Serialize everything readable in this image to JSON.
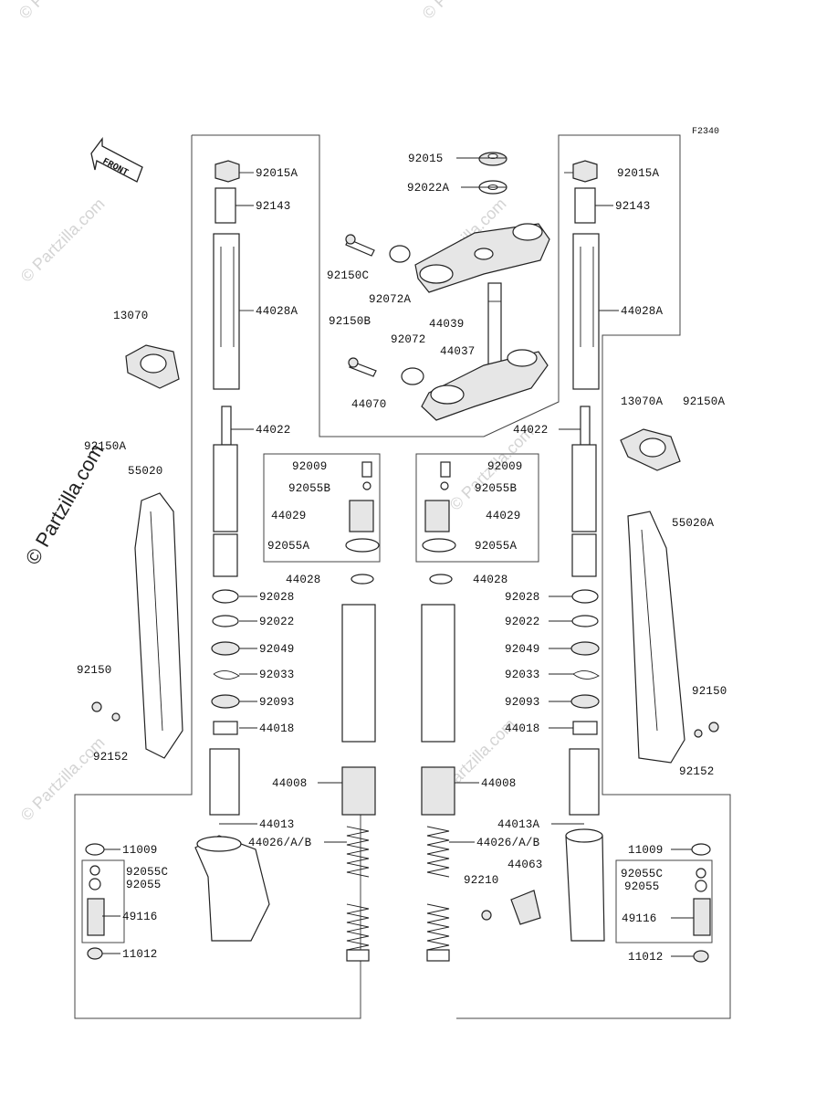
{
  "diagram": {
    "code": "F2340",
    "front_label": "FRONT",
    "watermark": "© Partzilla.com",
    "watermark_main": "© Partzilla.com"
  },
  "parts": {
    "p_92015": "92015",
    "p_92022A": "92022A",
    "p_92150C": "92150C",
    "p_92072A": "92072A",
    "p_44039": "44039",
    "p_92150B": "92150B",
    "p_92072": "92072",
    "p_44037": "44037",
    "p_44070": "44070",
    "L_92015A": "92015A",
    "L_92143": "92143",
    "L_44028A": "44028A",
    "L_44022": "44022",
    "L_13070": "13070",
    "L_92150A": "92150A",
    "L_55020": "55020",
    "L_92009": "92009",
    "L_92055B": "92055B",
    "L_44029": "44029",
    "L_92055A": "92055A",
    "L_44028": "44028",
    "L_92028": "92028",
    "L_92022": "92022",
    "L_92049": "92049",
    "L_92033": "92033",
    "L_92093": "92093",
    "L_44018": "44018",
    "L_44008": "44008",
    "L_44013": "44013",
    "L_44026": "44026/A/B",
    "L_92150": "92150",
    "L_92152": "92152",
    "L_11009": "11009",
    "L_92055C": "92055C",
    "L_92055": "92055",
    "L_49116": "49116",
    "L_11012": "11012",
    "R_92015A": "92015A",
    "R_92143": "92143",
    "R_44028A": "44028A",
    "R_44022": "44022",
    "R_13070A": "13070A",
    "R_92150A": "92150A",
    "R_55020A": "55020A",
    "R_92009": "92009",
    "R_92055B": "92055B",
    "R_44029": "44029",
    "R_92055A": "92055A",
    "R_44028": "44028",
    "R_92028": "92028",
    "R_92022": "92022",
    "R_92049": "92049",
    "R_92033": "92033",
    "R_92093": "92093",
    "R_44018": "44018",
    "R_44008": "44008",
    "R_44013A": "44013A",
    "R_44026": "44026/A/B",
    "R_44063": "44063",
    "R_92210": "92210",
    "R_92150": "92150",
    "R_92152": "92152",
    "R_11009": "11009",
    "R_92055C": "92055C",
    "R_92055": "92055",
    "R_49116": "49116",
    "R_11012": "11012"
  }
}
